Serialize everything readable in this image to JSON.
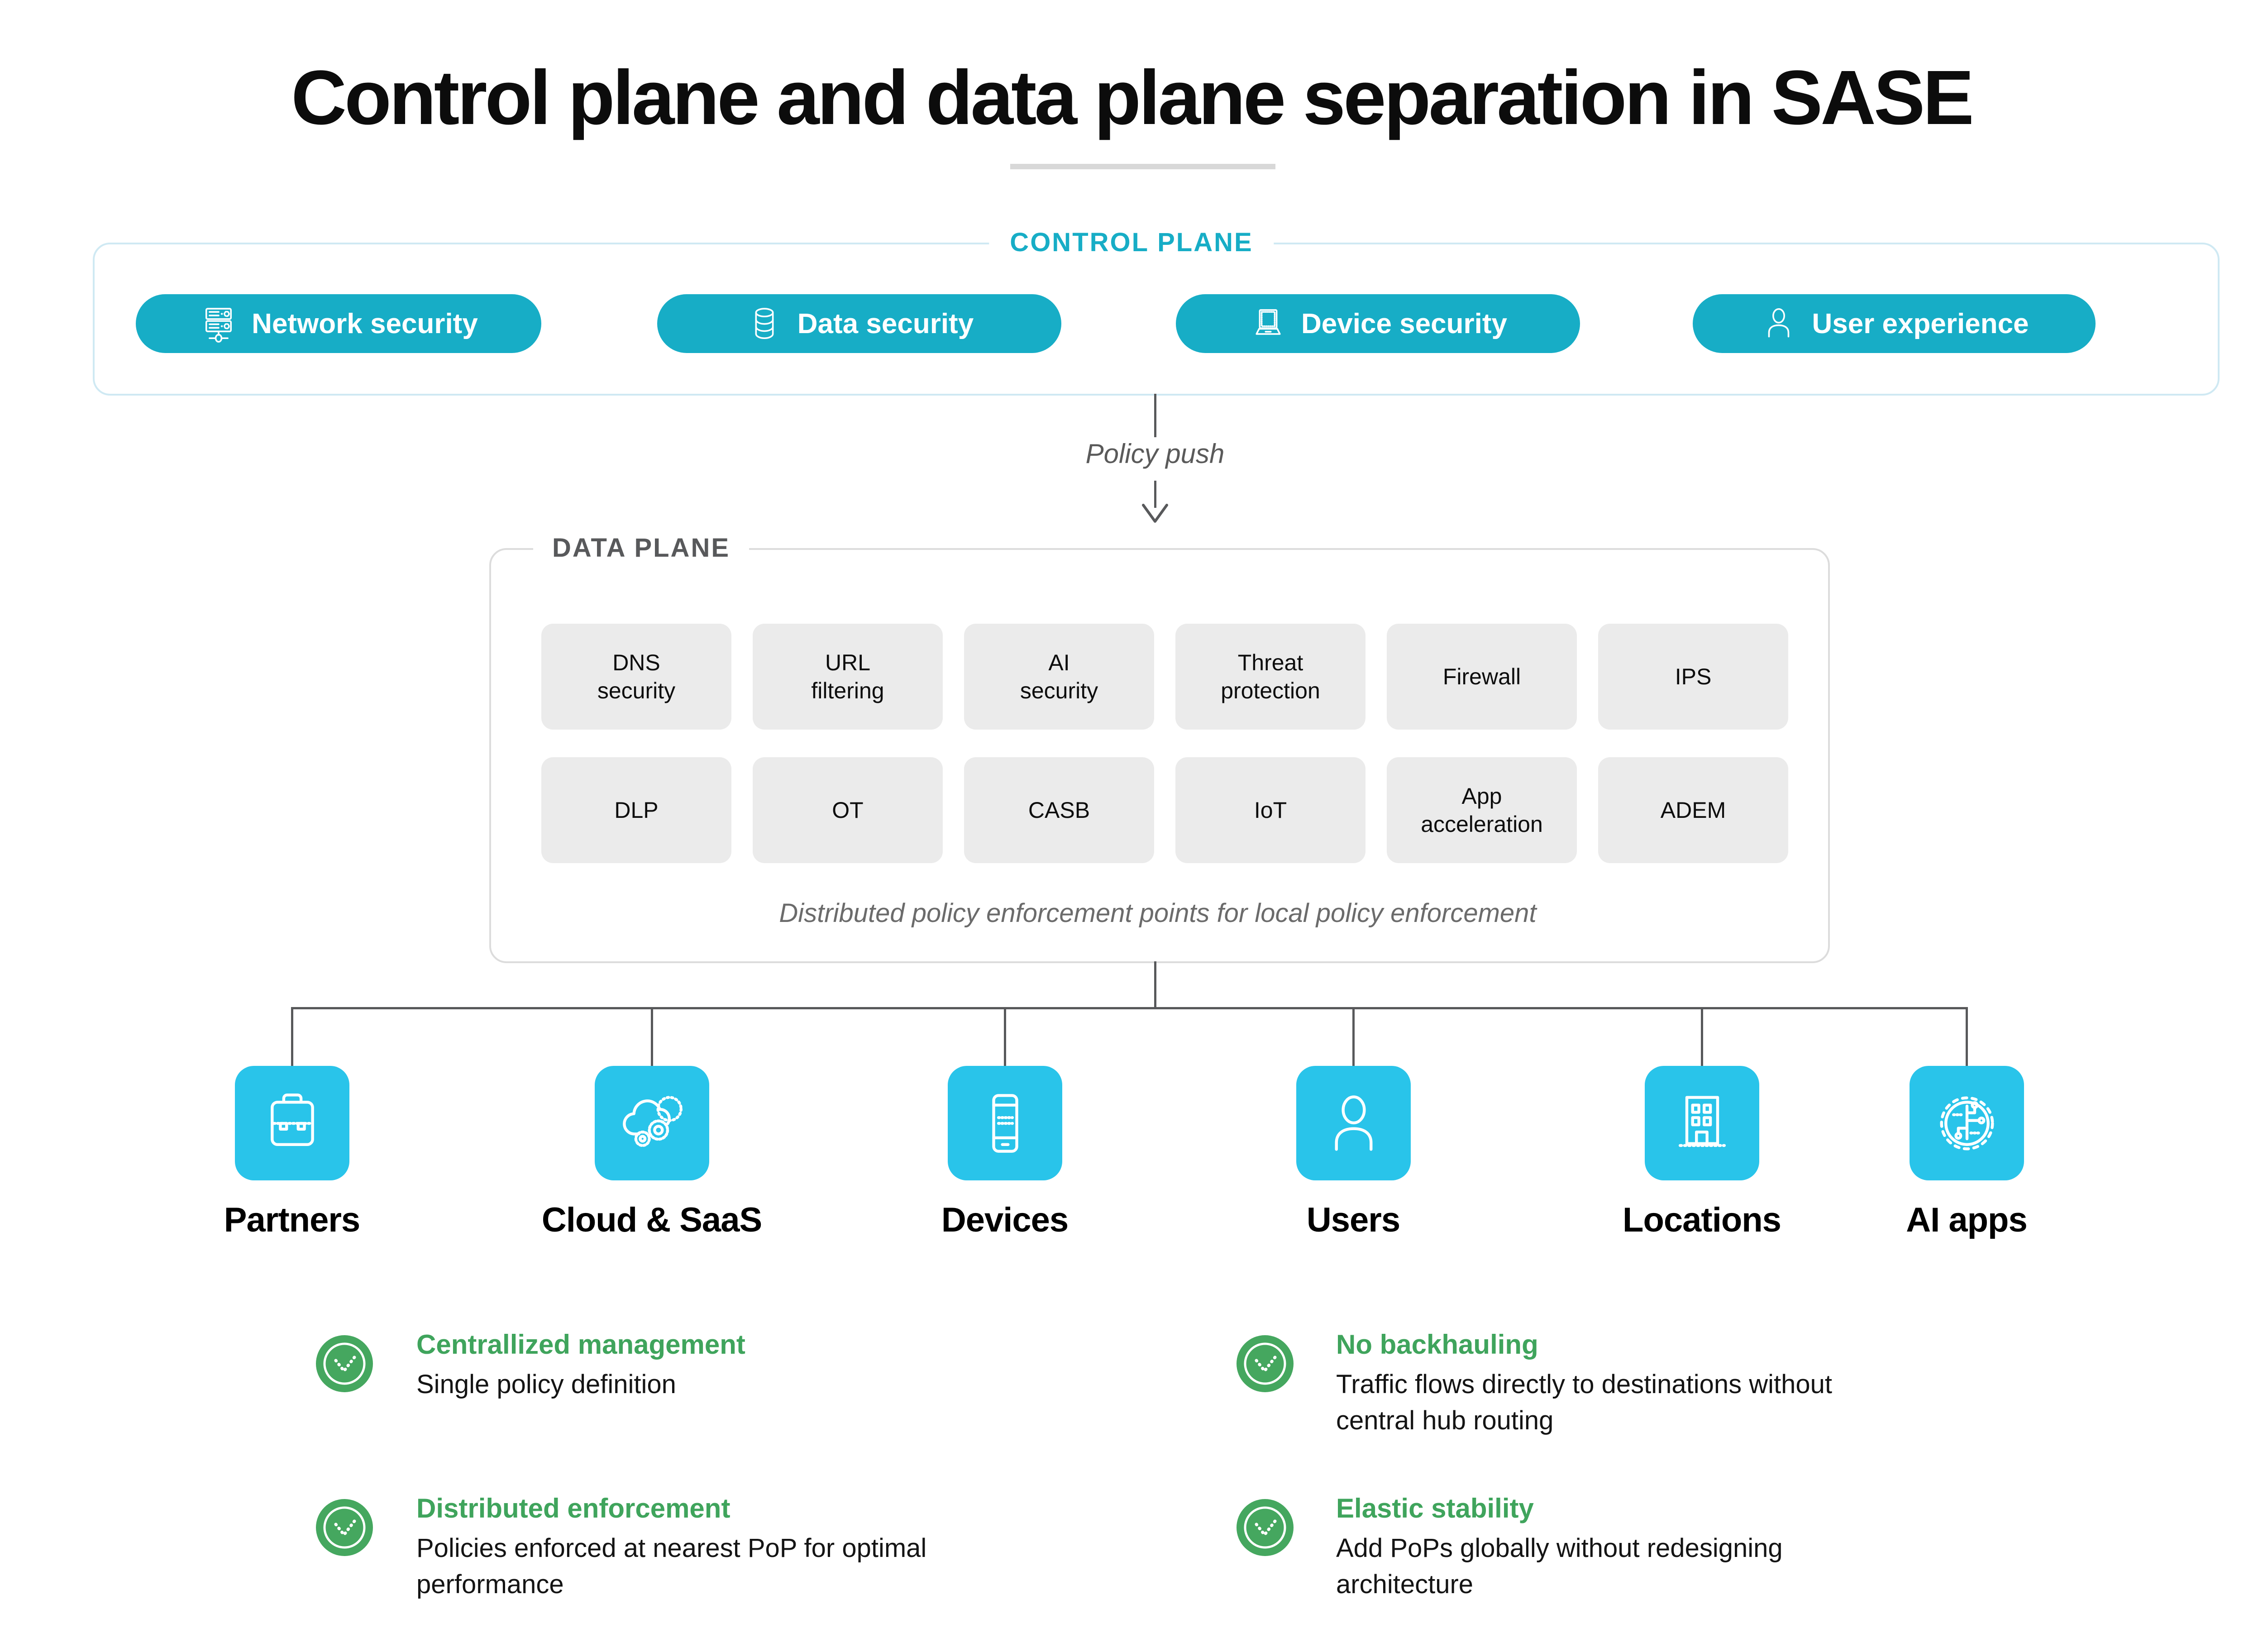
{
  "title": "Control plane and data plane separation in SASE",
  "control_plane": {
    "label": "CONTROL PLANE",
    "pills": [
      {
        "label": "Network security",
        "icon": "network-servers-icon"
      },
      {
        "label": "Data security",
        "icon": "database-icon"
      },
      {
        "label": "Device security",
        "icon": "laptop-icon"
      },
      {
        "label": "User experience",
        "icon": "person-icon"
      }
    ]
  },
  "policy_push": {
    "label": "Policy push"
  },
  "data_plane": {
    "label": "DATA PLANE",
    "cells": [
      "DNS\nsecurity",
      "URL\nfiltering",
      "AI\nsecurity",
      "Threat\nprotection",
      "Firewall",
      "IPS",
      "DLP",
      "OT",
      "CASB",
      "IoT",
      "App\nacceleration",
      "ADEM"
    ],
    "caption": "Distributed policy enforcement points for local policy enforcement"
  },
  "endpoints": [
    {
      "label": "Partners",
      "icon": "briefcase-icon"
    },
    {
      "label": "Cloud & SaaS",
      "icon": "cloud-gears-icon"
    },
    {
      "label": "Devices",
      "icon": "smartphone-icon"
    },
    {
      "label": "Users",
      "icon": "user-icon"
    },
    {
      "label": "Locations",
      "icon": "building-icon"
    },
    {
      "label": "AI apps",
      "icon": "ai-circuit-icon"
    }
  ],
  "benefits": [
    {
      "heading": "Centrallized management",
      "body": "Single policy definition"
    },
    {
      "heading": "No backhauling",
      "body": "Traffic flows directly to destinations without\ncentral hub routing"
    },
    {
      "heading": "Distributed enforcement",
      "body": "Policies enforced at nearest PoP for optimal\nperformance"
    },
    {
      "heading": "Elastic stability",
      "body": "Add PoPs globally without redesigning\narchitecture"
    }
  ],
  "colors": {
    "teal": "#17adc6",
    "cyan": "#29c4ea",
    "green": "#45a75f",
    "green-text": "#3fa45c",
    "line-gray": "#58595b",
    "control-border": "#cfe9f3",
    "data-border": "#dcdcdc",
    "cell-bg": "#ebebeb"
  }
}
